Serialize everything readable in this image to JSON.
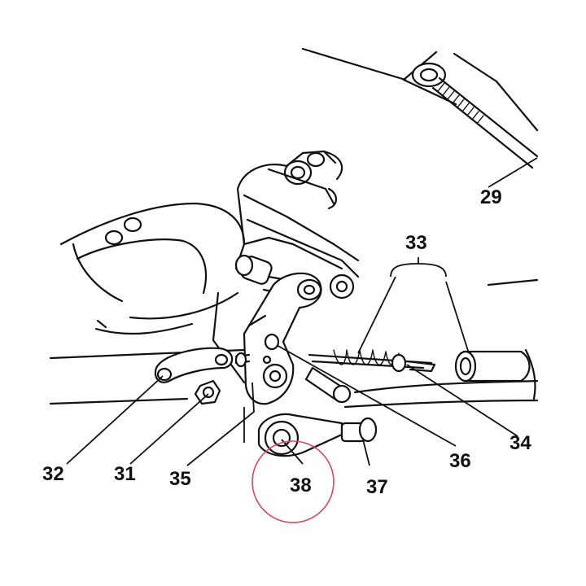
{
  "diagram": {
    "callouts": [
      {
        "id": "c29",
        "label": "29"
      },
      {
        "id": "c33",
        "label": "33"
      },
      {
        "id": "c34",
        "label": "34"
      },
      {
        "id": "c36",
        "label": "36"
      },
      {
        "id": "c32",
        "label": "32"
      },
      {
        "id": "c31",
        "label": "31"
      },
      {
        "id": "c35",
        "label": "35"
      },
      {
        "id": "c38",
        "label": "38"
      },
      {
        "id": "c37",
        "label": "37"
      }
    ],
    "highlight": {
      "target": "38",
      "color": "#d9485f"
    },
    "ink_color": "#111111"
  }
}
